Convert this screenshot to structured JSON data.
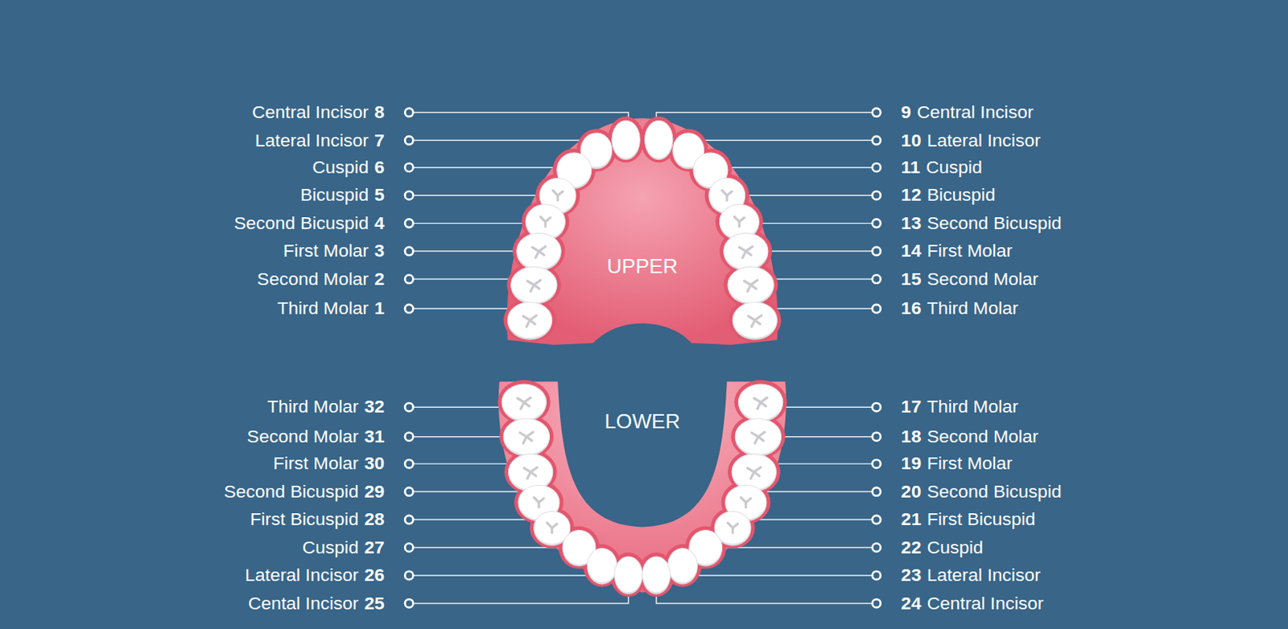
{
  "diagram": {
    "labels": [
      "Central Incisor",
      "8",
      "9",
      "Central Incisor",
      "Lateral Incisor",
      "7",
      "10",
      "Lateral Incisor",
      "Cuspid",
      "6",
      "11",
      "Cuspid",
      "Bicuspid",
      "5",
      "12",
      "Bicuspid",
      "Second Bicuspid",
      "4",
      "13",
      "Second Bicuspid",
      "First Molar",
      "3",
      "14",
      "First Molar",
      "Second Molar",
      "2",
      "15",
      "Second Molar",
      "Third Molar",
      "1",
      "16",
      "Third Molar",
      "UPPER",
      "LOWER",
      "Third Molar",
      "32",
      "17",
      "Third Molar",
      "Second Molar",
      "31",
      "18",
      "Second Molar",
      "First Molar",
      "30",
      "19",
      "First Molar",
      "Second Bicuspid",
      "29",
      "20",
      "Second Bicuspid",
      "First Bicuspid",
      "28",
      "21",
      "First Bicuspid",
      "Cuspid",
      "27",
      "22",
      "Cuspid",
      "Lateral Incisor",
      "26",
      "23",
      "Lateral Incisor",
      "Cental Incisor",
      "25",
      "24",
      "Central Incisor"
    ]
  }
}
